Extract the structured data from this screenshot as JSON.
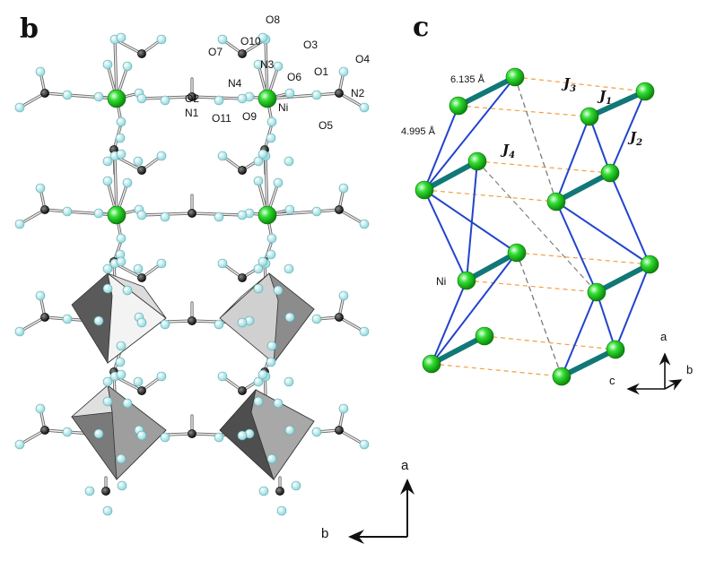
{
  "panel_b": {
    "label": "b",
    "atom_labels": {
      "o8": "O8",
      "o10": "O10",
      "o3": "O3",
      "o7": "O7",
      "n3": "N3",
      "o6": "O6",
      "o1": "O1",
      "o4": "O4",
      "n4": "N4",
      "n2": "N2",
      "o2": "O2",
      "ni": "Ni",
      "n1": "N1",
      "o11": "O11",
      "o9": "O9",
      "o5": "O5"
    },
    "axes": {
      "a": "a",
      "b": "b"
    }
  },
  "panel_c": {
    "label": "c",
    "distances": {
      "d1": "6.135 Å",
      "d2": "4.995 Å"
    },
    "couplings": {
      "j1": {
        "letter": "J",
        "sub": "1"
      },
      "j2": {
        "letter": "J",
        "sub": "2"
      },
      "j3": {
        "letter": "J",
        "sub": "3"
      },
      "j4": {
        "letter": "J",
        "sub": "4"
      }
    },
    "ni_label": "Ni",
    "axes": {
      "a": "a",
      "b": "b",
      "c": "c"
    }
  },
  "colors": {
    "ni": "#22cc22",
    "oxygen": "#b8eef2",
    "nitrogen": "#222222",
    "chain": "#2244cc",
    "dimer": "#117777",
    "j3_dash": "#f0a040",
    "j4_dash": "#777777"
  }
}
